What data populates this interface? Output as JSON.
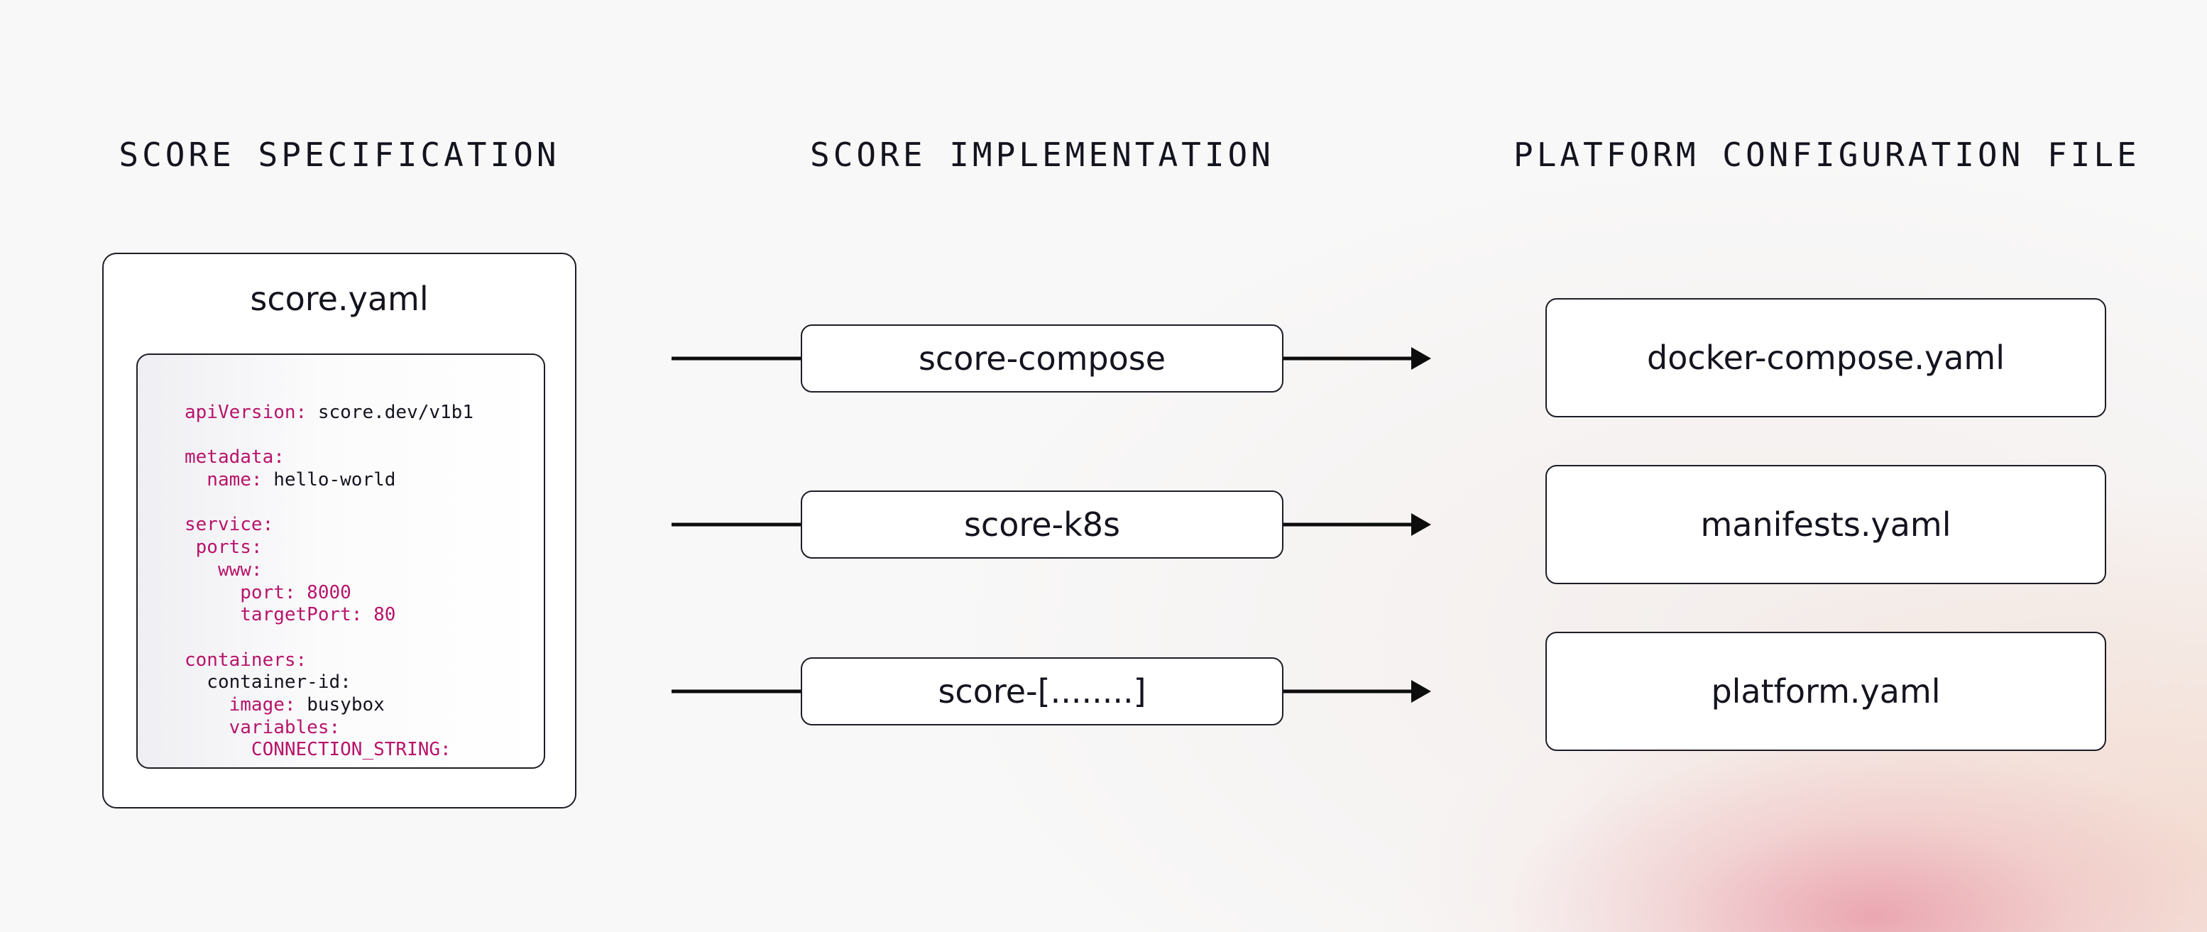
{
  "headings": {
    "specification": "SCORE SPECIFICATION",
    "implementation": "SCORE IMPLEMENTATION",
    "platform": "PLATFORM CONFIGURATION FILE"
  },
  "spec": {
    "filename": "score.yaml",
    "code_lines": [
      {
        "key": "apiVersion:",
        "value": " score.dev/v1b1"
      },
      {
        "key": "",
        "value": ""
      },
      {
        "key": "metadata:",
        "value": ""
      },
      {
        "key": "  name:",
        "value": " hello-world"
      },
      {
        "key": "",
        "value": ""
      },
      {
        "key": "service:",
        "value": ""
      },
      {
        "key": " ports:",
        "value": ""
      },
      {
        "key": "   www:",
        "value": ""
      },
      {
        "key": "     port: 8000",
        "value": ""
      },
      {
        "key": "     targetPort: 80",
        "value": ""
      },
      {
        "key": "",
        "value": ""
      },
      {
        "key": "containers:",
        "value": ""
      },
      {
        "key": "",
        "value": "  container-id:"
      },
      {
        "key": "    image:",
        "value": " busybox"
      },
      {
        "key": "    variables:",
        "value": ""
      },
      {
        "key": "      CONNECTION_STRING:",
        "value": ""
      }
    ]
  },
  "implementations": [
    "score-compose",
    "score-k8s",
    "score-[........]"
  ],
  "outputs": [
    "docker-compose.yaml",
    "manifests.yaml",
    "platform.yaml"
  ],
  "colors": {
    "key": "#b8146b",
    "text": "#14141f",
    "border": "#1d1d26",
    "accent_glow": "#e896a5"
  }
}
